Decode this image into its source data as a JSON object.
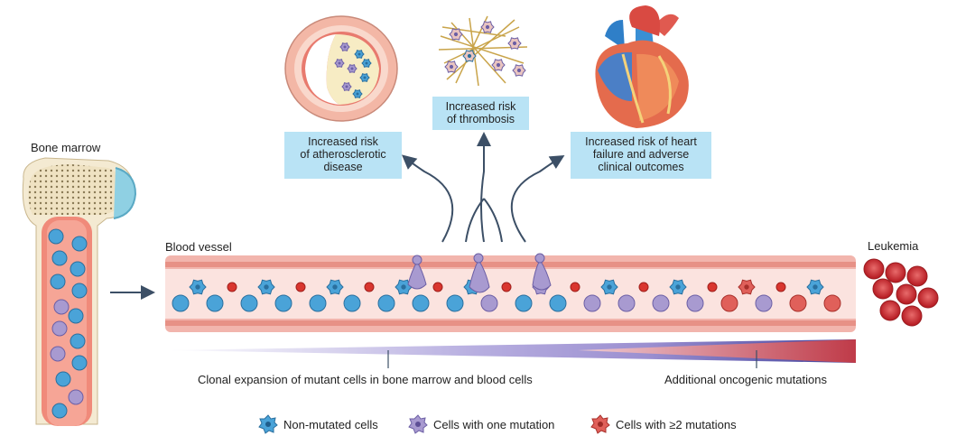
{
  "labels": {
    "bone_marrow": "Bone marrow",
    "blood_vessel": "Blood vessel",
    "leukemia": "Leukemia",
    "clonal_expansion": "Clonal expansion of mutant cells in bone marrow and blood cells",
    "additional_mutations": "Additional oncogenic mutations"
  },
  "risks": [
    {
      "lines": [
        "Increased risk",
        "of atherosclerotic",
        "disease"
      ]
    },
    {
      "lines": [
        "Increased risk",
        "of thrombosis"
      ]
    },
    {
      "lines": [
        "Increased risk of heart",
        "failure and adverse",
        "clinical outcomes"
      ]
    }
  ],
  "legend": [
    {
      "label": "Non-mutated cells",
      "color": "#4aa3d8"
    },
    {
      "label": "Cells with one mutation",
      "color": "#a89ad0"
    },
    {
      "label": "Cells with ≥2 mutations",
      "color": "#e0605a"
    }
  ],
  "colors": {
    "vessel_wall": "#f2b5ad",
    "vessel_lumen": "#fbe3df",
    "gradient_purple": "#9b8fd0",
    "gradient_red": "#d63a3a",
    "arrow": "#3c4f66",
    "box": "#b9e3f5"
  }
}
